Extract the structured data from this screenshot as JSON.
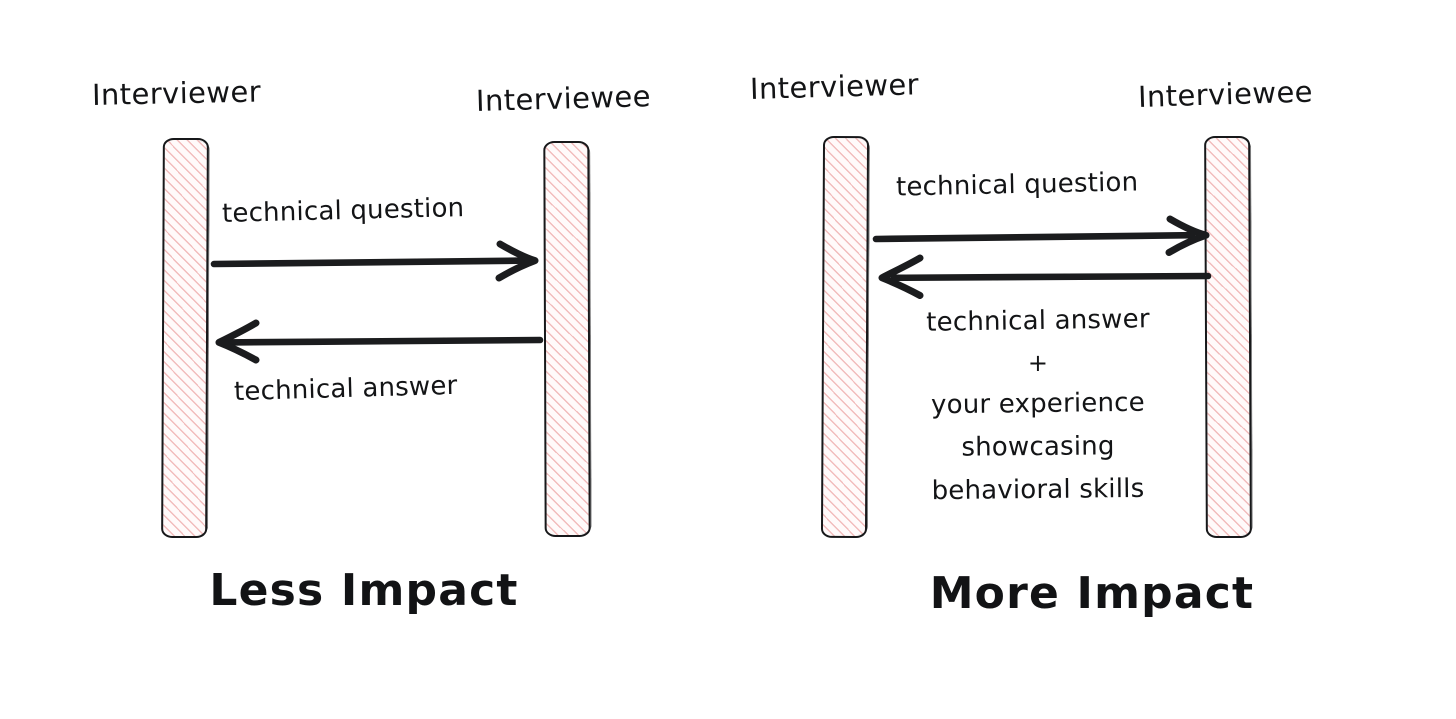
{
  "diagram": {
    "title": "Interview answer impact comparison",
    "style": "hand-drawn sequence diagram",
    "background_color": "#ffffff",
    "ink_color": "#131416",
    "lifeline_fill_color": "#fffafa",
    "lifeline_hatch_color": "#e99696",
    "lifeline_border_color": "#17181a"
  },
  "panels": [
    {
      "id": "less-impact",
      "caption": "Less Impact",
      "actors": [
        {
          "id": "interviewer",
          "label": "Interviewer"
        },
        {
          "id": "interviewee",
          "label": "Interviewee"
        }
      ],
      "messages": [
        {
          "id": "question",
          "label": "technical question",
          "direction": "right",
          "from": "Interviewer",
          "to": "Interviewee",
          "label_position": "above"
        },
        {
          "id": "answer",
          "label": "technical answer",
          "direction": "left",
          "from": "Interviewee",
          "to": "Interviewer",
          "label_position": "below"
        }
      ]
    },
    {
      "id": "more-impact",
      "caption": "More Impact",
      "actors": [
        {
          "id": "interviewer",
          "label": "Interviewer"
        },
        {
          "id": "interviewee",
          "label": "Interviewee"
        }
      ],
      "messages": [
        {
          "id": "question",
          "label": "technical question",
          "direction": "right",
          "from": "Interviewer",
          "to": "Interviewee",
          "label_position": "above"
        },
        {
          "id": "answer",
          "label_lines": [
            "technical answer",
            "+",
            "your experience",
            "showcasing",
            "behavioral skills"
          ],
          "direction": "left",
          "from": "Interviewee",
          "to": "Interviewer",
          "label_position": "below"
        }
      ]
    }
  ]
}
